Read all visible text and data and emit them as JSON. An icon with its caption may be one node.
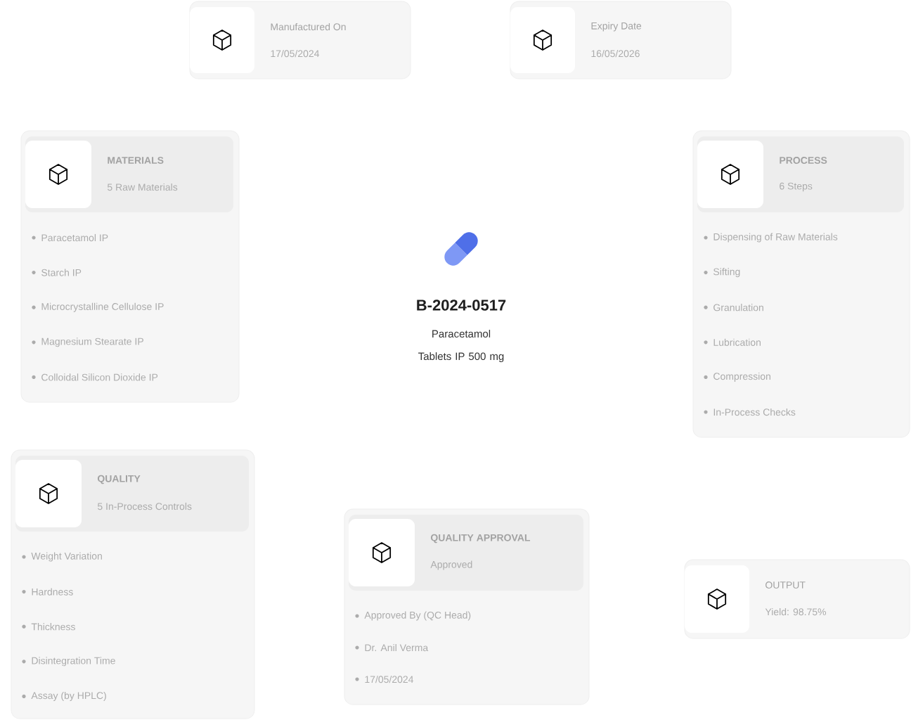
{
  "diagram": {
    "nodes": [
      {
        "text": [
          "Manufactured On",
          "17/05/2024"
        ]
      },
      {
        "text": [
          "Expiry Date",
          "16/05/2026"
        ]
      },
      {
        "text": [
          "MATERIALS",
          "5 Raw Materials",
          "Paracetamol IP",
          "Starch IP",
          "Microcrystalline Cellulose IP",
          "Magnesium Stearate IP",
          "Colloidal Silicon Dioxide IP"
        ]
      },
      {
        "text": [
          "PROCESS",
          "6 Steps",
          "Dispensing of Raw Materials",
          "Sifting",
          "Granulation",
          "Lubrication",
          "Compression",
          "In-Process Checks"
        ]
      },
      {
        "text": [
          "QUALITY",
          "5 In-Process Controls",
          "Weight Variation",
          "Hardness",
          "Thickness",
          "Disintegration Time",
          "Assay (by HPLC)"
        ]
      },
      {
        "text": [
          "QUALITY APPROVAL",
          "Approved",
          "Approved By (QC Head)",
          "Dr. Anil Verma",
          "17/05/2024"
        ]
      },
      {
        "text": [
          "OUTPUT",
          "Yield: 98.75%"
        ]
      }
    ],
    "labels": [
      "B-2024-0517",
      "Paracetamol Tablets IP 500 mg"
    ]
  }
}
